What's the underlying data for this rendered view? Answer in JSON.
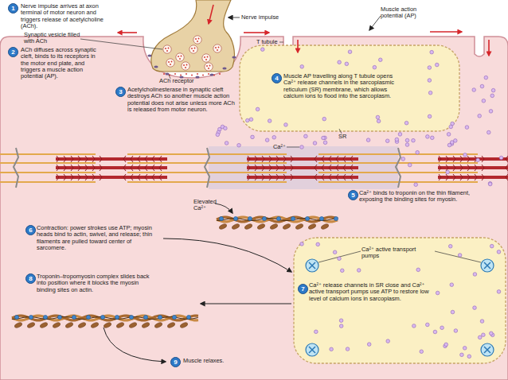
{
  "diagram": {
    "nodes": [
      {
        "text": [
          "1"
        ]
      },
      {
        "text": [
          "2"
        ]
      },
      {
        "text": [
          "3"
        ]
      },
      {
        "text": [
          "Muscle AP travelling along T tubule opens Ca²⁺ release channels in the sarcoplasmic reticulum (SR) membrane, which allows calcium ions to flood into the sarcoplasm."
        ]
      },
      {
        "text": [
          "4"
        ],
        "in": 3
      },
      {
        "text": [
          "5"
        ]
      },
      {
        "text": [
          "6"
        ]
      },
      {
        "text": [
          "Ca²⁺ active transport pumps",
          "Ca²⁺ release channels in SR close and Ca²⁺ active transport pumps use ATP to restore low level of calcium ions in sarcoplasm."
        ]
      },
      {
        "text": [
          "7"
        ],
        "in": 7
      },
      {
        "text": [
          "8"
        ]
      },
      {
        "text": [
          "9"
        ]
      }
    ],
    "labels": [
      "Nerve impulse arrives at axon terminal of motor neuron and triggers release of acetylcholine (ACh).",
      "Nerve impulse",
      "Muscle action potential (AP)",
      "Synaptic vesicle filled with ACh",
      "ACh diffuses across synaptic cleft, binds to its receptors in the motor end plate, and triggers a muscle action potential (AP).",
      "T tubule",
      "ACh receptor",
      "Acetylcholinesterase in synaptic cleft destroys ACh so another muscle action potential does not arise unless more ACh is released from motor neuron.",
      "SR",
      "Ca²⁺",
      "Elevated Ca²⁺",
      "Ca²⁺ binds to troponin on the thin filament, exposing the binding sites for myosin.",
      "Contraction: power strokes use ATP; myosin heads bind to actin, swivel, and release; thin filaments are pulled toward center of sarcomere.",
      "Troponin–tropomyosin complex slides back into position where it blocks the myosin binding sites on actin.",
      "Muscle relaxes."
    ]
  }
}
